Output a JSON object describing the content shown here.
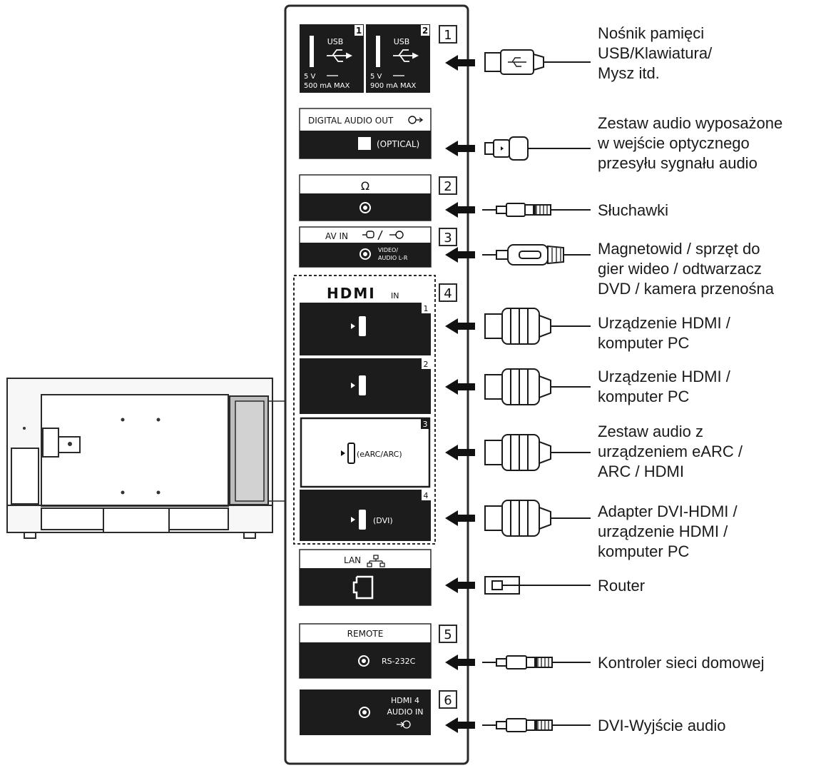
{
  "colors": {
    "panel_dark": "#1c1c1c",
    "line": "#2a2a2a",
    "tv_fill": "#f4f4f4",
    "port_gray": "#bdbdbd"
  },
  "usb": {
    "num1": "1",
    "num2": "2",
    "label": "USB",
    "volt": "5 V",
    "max1": "500 mA MAX",
    "max2": "900 mA MAX"
  },
  "digital_audio": {
    "title": "DIGITAL AUDIO OUT",
    "port": "(OPTICAL)"
  },
  "headphone": {
    "symbol": "Ω"
  },
  "av_in": {
    "title": "AV IN",
    "sub_line1": "VIDEO/",
    "sub_line2": "AUDIO L-R"
  },
  "hdmi": {
    "logo": "HDMI",
    "in_text": "IN",
    "ports": [
      {
        "num": "1",
        "tag": ""
      },
      {
        "num": "2",
        "tag": ""
      },
      {
        "num": "3",
        "tag": "(eARC/ARC)"
      },
      {
        "num": "4",
        "tag": "(DVI)"
      }
    ]
  },
  "lan": {
    "title": "LAN"
  },
  "remote": {
    "title": "REMOTE",
    "port": "RS-232C"
  },
  "hdmi4_audio": {
    "line1": "HDMI 4",
    "line2": "AUDIO IN"
  },
  "numbers": [
    "1",
    "2",
    "3",
    "4",
    "5",
    "6"
  ],
  "devices": {
    "usb": [
      "Nośnik pamięci",
      "USB/Klawiatura/",
      "Mysz itd."
    ],
    "optical": [
      "Zestaw audio wyposażone",
      "w wejście optycznego",
      "przesyłu sygnału audio"
    ],
    "headphones": [
      "Słuchawki"
    ],
    "av": [
      "Magnetowid / sprzęt do",
      "gier wideo / odtwarzacz",
      "DVD / kamera przenośna"
    ],
    "hdmi1": [
      "Urządzenie HDMI /",
      "komputer PC"
    ],
    "hdmi2": [
      "Urządzenie HDMI /",
      "komputer PC"
    ],
    "hdmi3": [
      "Zestaw audio z",
      "urządzeniem eARC /",
      "ARC / HDMI"
    ],
    "hdmi4": [
      "Adapter DVI-HDMI /",
      "urządzenie HDMI /",
      "komputer PC"
    ],
    "lan": [
      "Router"
    ],
    "remote": [
      "Kontroler sieci domowej"
    ],
    "dvi_audio": [
      "DVI-Wyjście audio"
    ]
  }
}
